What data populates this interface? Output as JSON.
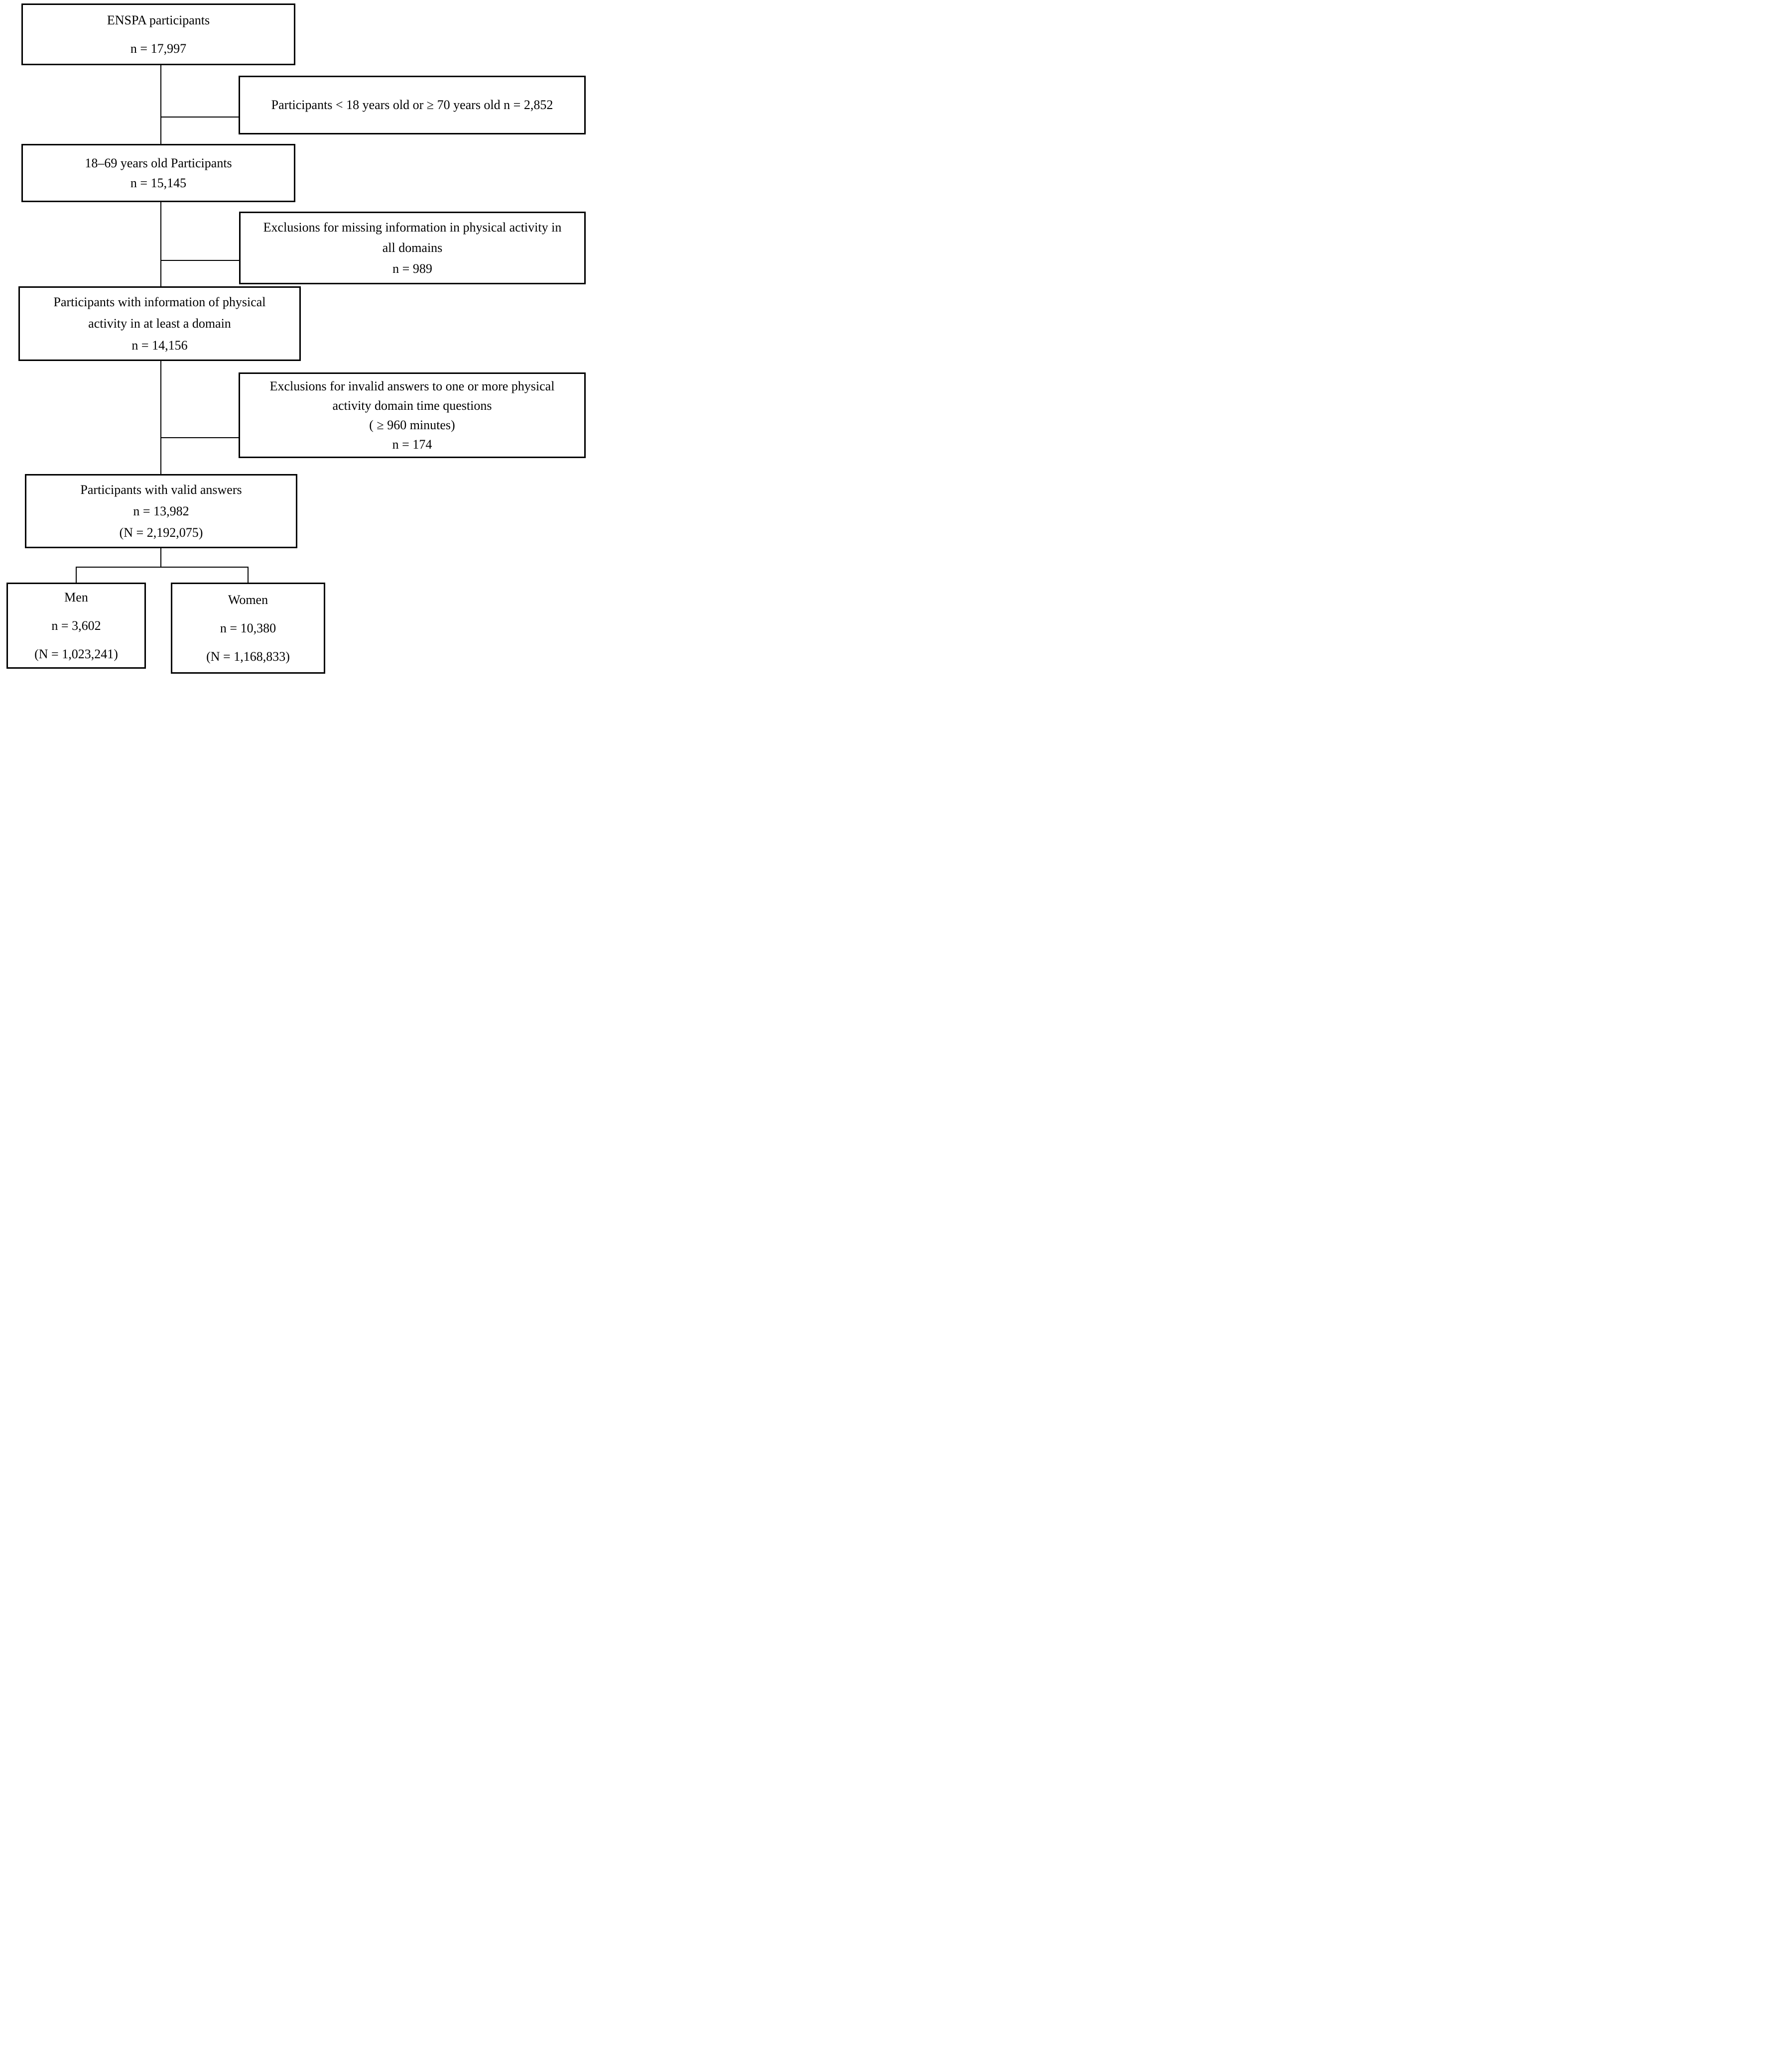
{
  "colors": {
    "border": "#000000",
    "background": "#ffffff",
    "text": "#000000"
  },
  "diagram": {
    "boxes": {
      "enspa": {
        "lines": [
          "ENSPA participants",
          "n = 17,997"
        ]
      },
      "excluded_age": {
        "lines": [
          "Participants < 18 years old or ≥ 70 years old n = 2,852"
        ]
      },
      "age_18_69": {
        "lines": [
          "18–69 years old Participants",
          "n = 15,145"
        ]
      },
      "excluded_missing_info": {
        "lines": [
          "Exclusions for missing information in physical activity in",
          "all domains",
          "n = 989"
        ]
      },
      "info_at_least_domain": {
        "lines": [
          "Participants with information of physical",
          "activity in at least a domain",
          "n = 14,156"
        ]
      },
      "excluded_invalid_answers": {
        "lines": [
          "Exclusions for invalid answers to one or more physical",
          "activity domain time questions",
          "( ≥ 960 minutes)",
          "n = 174"
        ]
      },
      "valid_answers": {
        "lines": [
          "Participants with valid answers",
          "n = 13,982",
          "(N = 2,192,075)"
        ]
      },
      "men": {
        "lines": [
          "Men",
          "n = 3,602",
          "(N = 1,023,241)"
        ]
      },
      "women": {
        "lines": [
          "Women",
          "n = 10,380",
          "(N = 1,168,833)"
        ]
      }
    }
  }
}
